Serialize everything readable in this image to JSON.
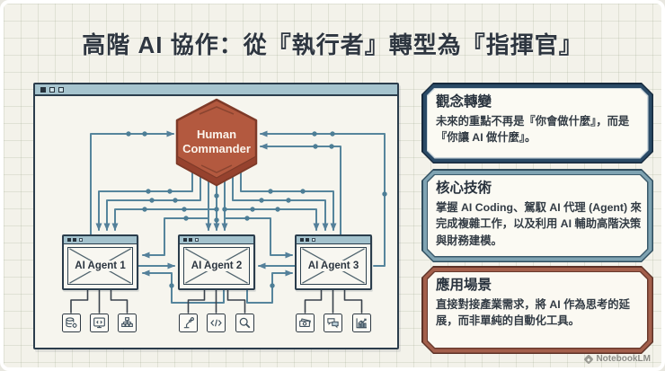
{
  "page": {
    "title": "高階 AI 協作：從『執行者』轉型為『指揮官』",
    "watermark": "NotebookLM"
  },
  "diagram": {
    "commander": {
      "line1": "Human",
      "line2": "Commander"
    },
    "agents": [
      {
        "label": "AI Agent 1",
        "tools": [
          "database-icon",
          "code-window-icon",
          "org-chart-icon"
        ]
      },
      {
        "label": "AI Agent 2",
        "tools": [
          "robot-arm-icon",
          "code-icon",
          "search-icon"
        ]
      },
      {
        "label": "AI Agent 3",
        "tools": [
          "money-icon",
          "chat-icon",
          "chart-icon"
        ]
      }
    ]
  },
  "panels": [
    {
      "title": "觀念轉變",
      "body": "未來的重點不再是『你會做什麼』，而是『你讓 AI 做什麼』。",
      "accent": "#2a4a66"
    },
    {
      "title": "核心技術",
      "body": "掌握 AI Coding、駕馭 AI 代理 (Agent) 來完成複雜工作，以及利用 AI 輔助高階決策與財務建模。",
      "accent": "#7fa3b2"
    },
    {
      "title": "應用場景",
      "body": "直接對接產業需求，將 AI 作為思考的延展，而非單純的自動化工具。",
      "accent": "#a35f4b"
    }
  ],
  "colors": {
    "connection_line": "#56859c",
    "hexagon": "#b3593f",
    "window_bar": "#a6c4ce",
    "title_text": "#2e3640"
  }
}
